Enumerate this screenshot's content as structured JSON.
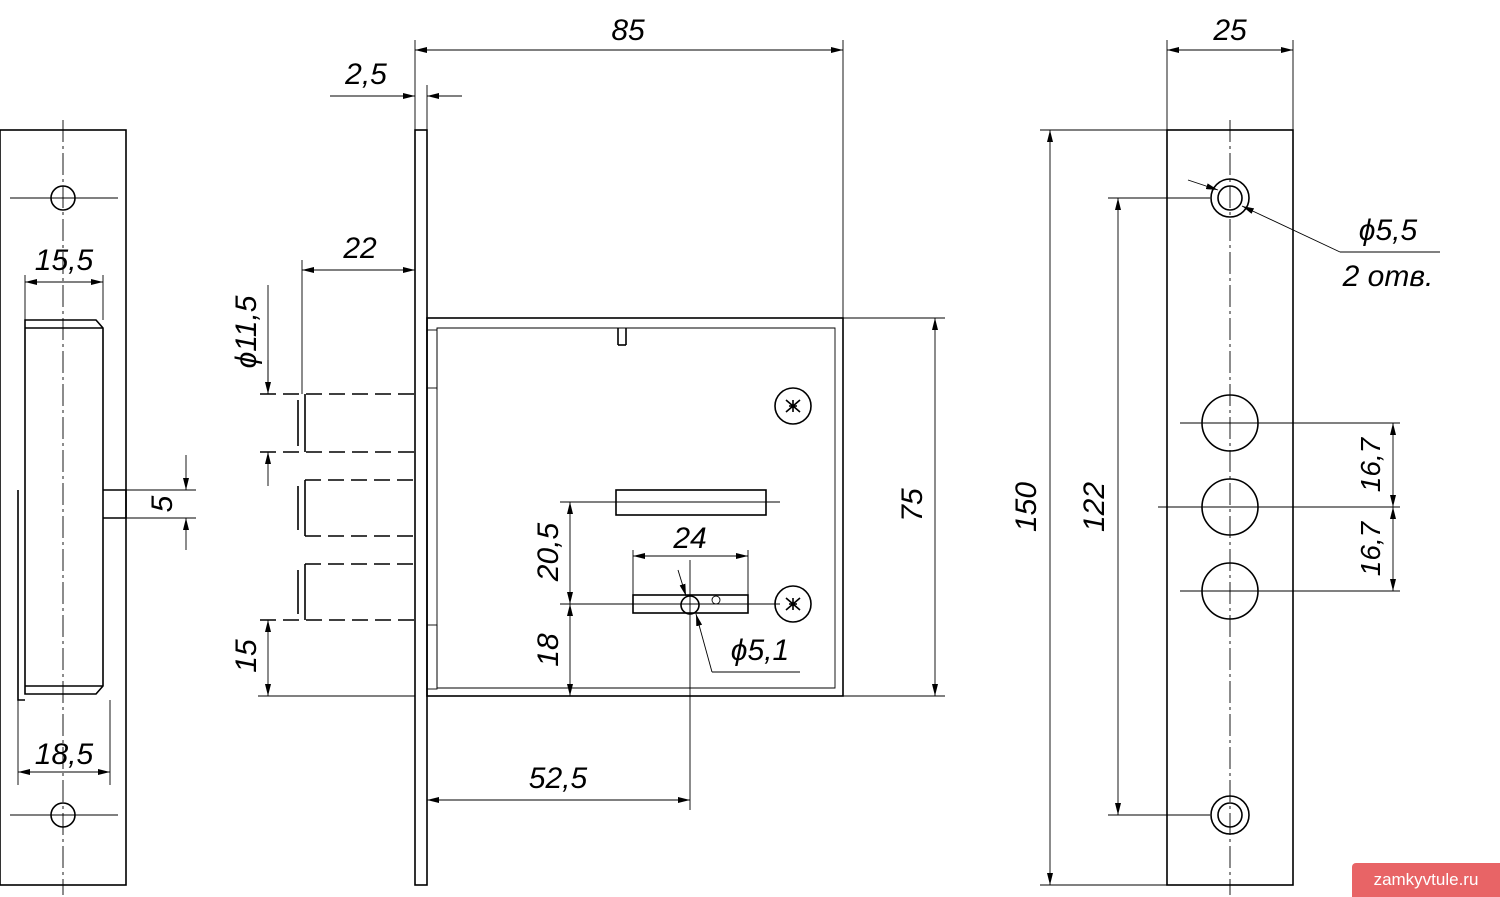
{
  "dimensions": {
    "faceplate_width_inner": "15,5",
    "faceplate_width_outer": "18,5",
    "bolt_offset": "5",
    "faceplate_thickness": "2,5",
    "total_depth": "85",
    "cylinder_setback": "22",
    "cylinder_diameter": "ϕ11,5",
    "bottom_offset": "15",
    "body_height": "75",
    "handle_offset_vertical": "20,5",
    "key_bottom_offset": "18",
    "key_width": "24",
    "key_hole_diameter": "ϕ5,1",
    "backset": "52,5",
    "plate_width": "25",
    "plate_height": "150",
    "mount_hole_spacing": "122",
    "mount_hole_diameter": "ϕ5,5",
    "mount_hole_count": "2 отв.",
    "bolt_spacing_top": "16,7",
    "bolt_spacing_bottom": "16,7"
  },
  "watermark": "zamkyvtule.ru"
}
